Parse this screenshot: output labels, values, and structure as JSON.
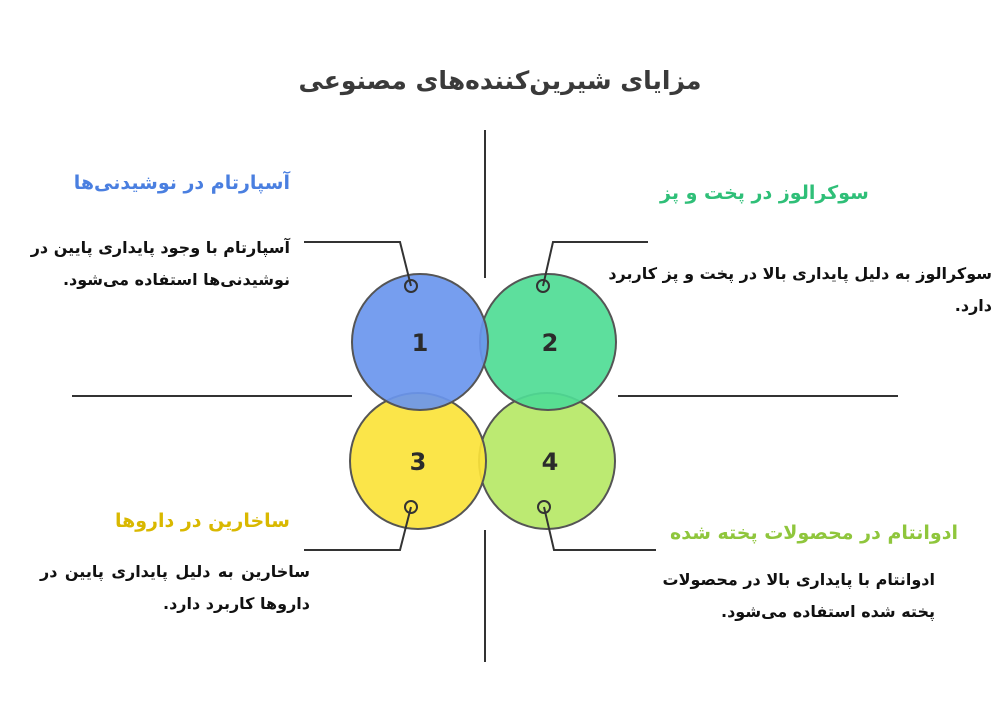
{
  "title": "مزایای شیرین‌کننده‌های مصنوعی",
  "items": [
    {
      "number": "1",
      "heading": "آسپارتام در نوشیدنی‌ها",
      "description": "آسپارتام با وجود پایداری پایین در نوشیدنی‌ها استفاده می‌شود.",
      "color": "#6a96ee"
    },
    {
      "number": "2",
      "heading": "سوکرالوز در پخت و پز",
      "description": "سوکرالوز به دلیل پایداری بالا در پخت و پز کاربرد دارد.",
      "color": "#4fdc95"
    },
    {
      "number": "3",
      "heading": "ساخارین در داروها",
      "description": "ساخارین به دلیل پایداری پایین در داروها کاربرد دارد.",
      "color": "#fbe33a"
    },
    {
      "number": "4",
      "heading": "ادوانتام در محصولات پخته شده",
      "description": "ادوانتام با پایداری بالا در محصولات پخته شده استفاده می‌شود.",
      "color": "#b6e866"
    }
  ]
}
